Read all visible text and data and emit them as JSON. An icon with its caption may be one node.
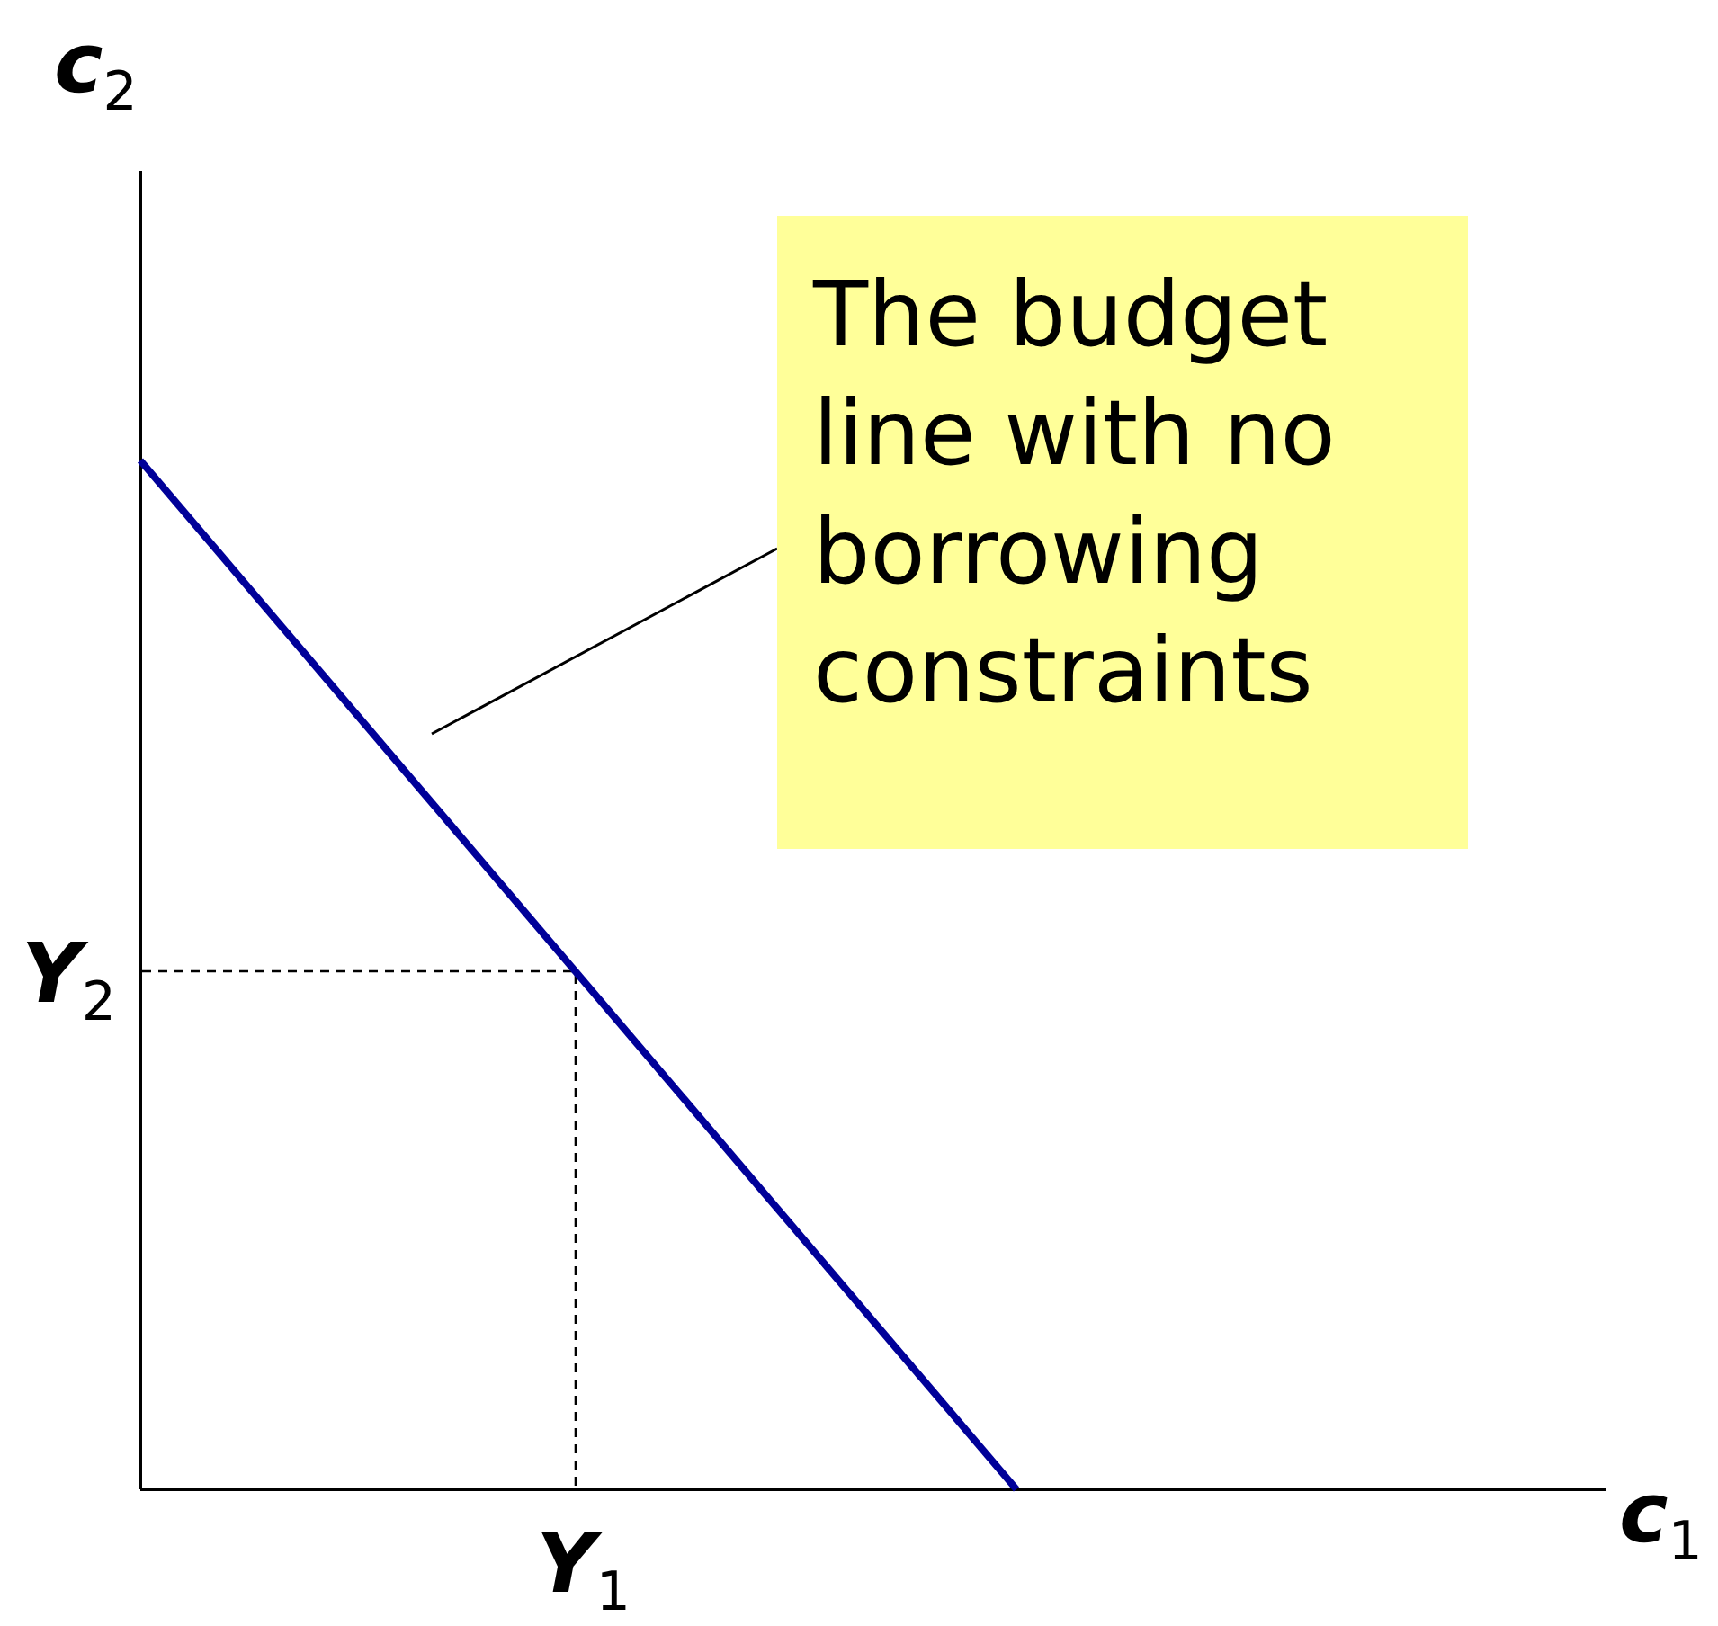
{
  "diagram": {
    "nodes": [
      {
        "text": [
          "The budget line with no borrowing constraints"
        ]
      },
      {
        "text": [],
        "shape": "line"
      }
    ],
    "edges": [
      {
        "from": 0,
        "to": 1,
        "arrow": "none"
      }
    ],
    "labels": [
      "**c**$_{2}$",
      "**Y**$_{2}$",
      "**Y**$_{1}$",
      "**c**$_{1}$"
    ]
  }
}
